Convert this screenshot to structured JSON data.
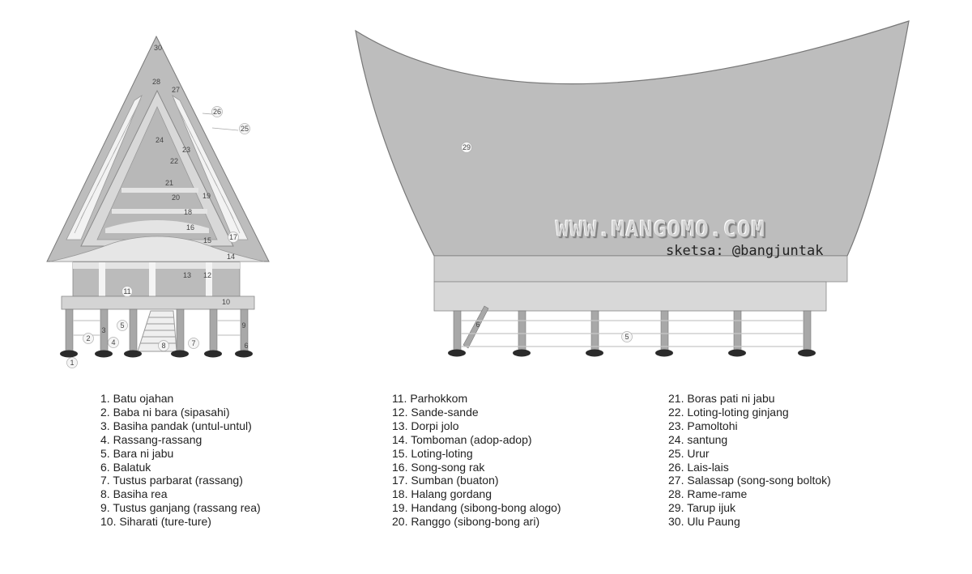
{
  "watermark": "WWW.MANGOMO.COM",
  "credit": "sketsa: @bangjuntak",
  "colors": {
    "roof": "#bdbdbd",
    "roof_dark": "#9c9c9c",
    "body": "#d0d0d0",
    "post": "#a8a8a8",
    "base": "#2b2b2b"
  },
  "front_numbers": [
    "1",
    "2",
    "3",
    "4",
    "5",
    "8",
    "7",
    "9",
    "6",
    "10",
    "11",
    "12",
    "13",
    "14",
    "15",
    "16",
    "17",
    "18",
    "19",
    "20",
    "21",
    "22",
    "23",
    "24",
    "25",
    "26",
    "27",
    "28",
    "30"
  ],
  "side_numbers": [
    "29",
    "6",
    "5"
  ],
  "legend": {
    "col1": [
      "1. Batu ojahan",
      "2. Baba ni bara (sipasahi)",
      "3. Basiha pandak (untul-untul)",
      "4. Rassang-rassang",
      "5. Bara ni jabu",
      "6. Balatuk",
      "7. Tustus parbarat (rassang)",
      "8. Basiha rea",
      "9. Tustus ganjang (rassang rea)",
      "10. Siharati (ture-ture)"
    ],
    "col2": [
      "11. Parhokkom",
      "12. Sande-sande",
      "13. Dorpi jolo",
      "14. Tomboman (adop-adop)",
      "15. Loting-loting",
      "16. Song-song rak",
      "17. Sumban (buaton)",
      "18. Halang gordang",
      "19. Handang (sibong-bong alogo)",
      "20. Ranggo (sibong-bong ari)"
    ],
    "col3": [
      "21. Boras pati ni jabu",
      "22. Loting-loting ginjang",
      "23. Pamoltohi",
      "24. santung",
      "25. Urur",
      "26. Lais-lais",
      "27. Salassap (song-song boltok)",
      "28. Rame-rame",
      "29. Tarup ijuk",
      "30. Ulu Paung"
    ]
  }
}
